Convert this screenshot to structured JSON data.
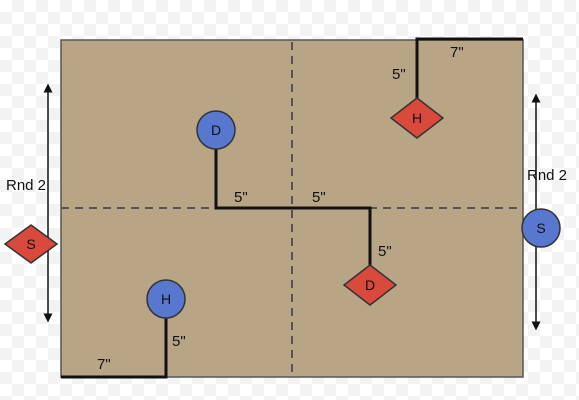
{
  "colors": {
    "field": "#b8a585",
    "field_border": "#555555",
    "divider": "#555555",
    "path": "#111111",
    "offense_fill": "#5878d0",
    "defense_fill": "#d94a3c",
    "marker_stroke": "#333333"
  },
  "labels": {
    "rnd_left": "Rnd 2",
    "rnd_right": "Rnd 2",
    "seg_bottom_7": "7\"",
    "seg_bottom_5": "5\"",
    "seg_mid_5_left": "5\"",
    "seg_mid_5_right": "5\"",
    "seg_mid_5_down": "5\"",
    "seg_top_5": "5\"",
    "seg_top_7": "7\""
  },
  "markers": {
    "blue_h_bottom": "H",
    "blue_d_top": "D",
    "blue_s_right": "S",
    "red_h_top": "H",
    "red_d_mid": "D",
    "red_s_left": "S"
  }
}
